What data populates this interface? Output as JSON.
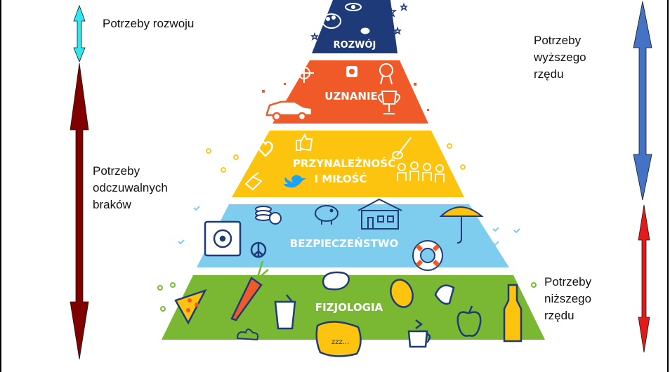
{
  "labels": {
    "growth": "Potrzeby rozwoju",
    "deficiency": [
      "Potrzeby",
      "odczuwalnych",
      "braków"
    ],
    "higher": [
      "Potrzeby",
      "wyższego",
      "rzędu"
    ],
    "lower": [
      "Potrzeby",
      "niższego",
      "rzędu"
    ]
  },
  "pyramid": {
    "tiers": [
      {
        "lines": [
          "ROZWÓJ"
        ],
        "color": "#1e3a78"
      },
      {
        "lines": [
          "UZNANIE"
        ],
        "color": "#f05a28"
      },
      {
        "lines": [
          "PRZYNALEŻNOŚĆ",
          "I MIŁOŚĆ"
        ],
        "color": "#fcc30f"
      },
      {
        "lines": [
          "BEZPIECZEŃSTWO"
        ],
        "color": "#7fcdee"
      },
      {
        "lines": [
          "FIZJOLOGIA"
        ],
        "color": "#7ab834"
      }
    ],
    "sleep_text": "zzz..."
  },
  "colors": {
    "growth_arrow": "#2ee8f0",
    "deficiency_arrow": "#800000",
    "higher_arrow": "#4472c4",
    "lower_arrow": "#e31a1a"
  }
}
